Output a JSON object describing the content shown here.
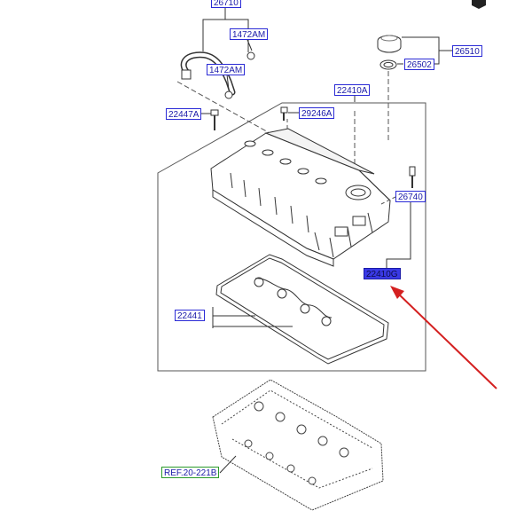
{
  "labels": {
    "p26710": "26710",
    "p1472am_top": "1472AM",
    "p1472am_mid": "1472AM",
    "p22447a": "22447A",
    "p22410a": "22410A",
    "p29246a": "29246A",
    "p26510": "26510",
    "p26502": "26502",
    "p26740": "26740",
    "p22410g": "22410G",
    "p22441": "22441",
    "ref": "REF.20-221B"
  },
  "colors": {
    "label_border": "#2b2bd6",
    "highlight_fill": "#3a3ae6",
    "ref_border": "#2a9a2a",
    "pointer_arrow": "#d42020"
  }
}
